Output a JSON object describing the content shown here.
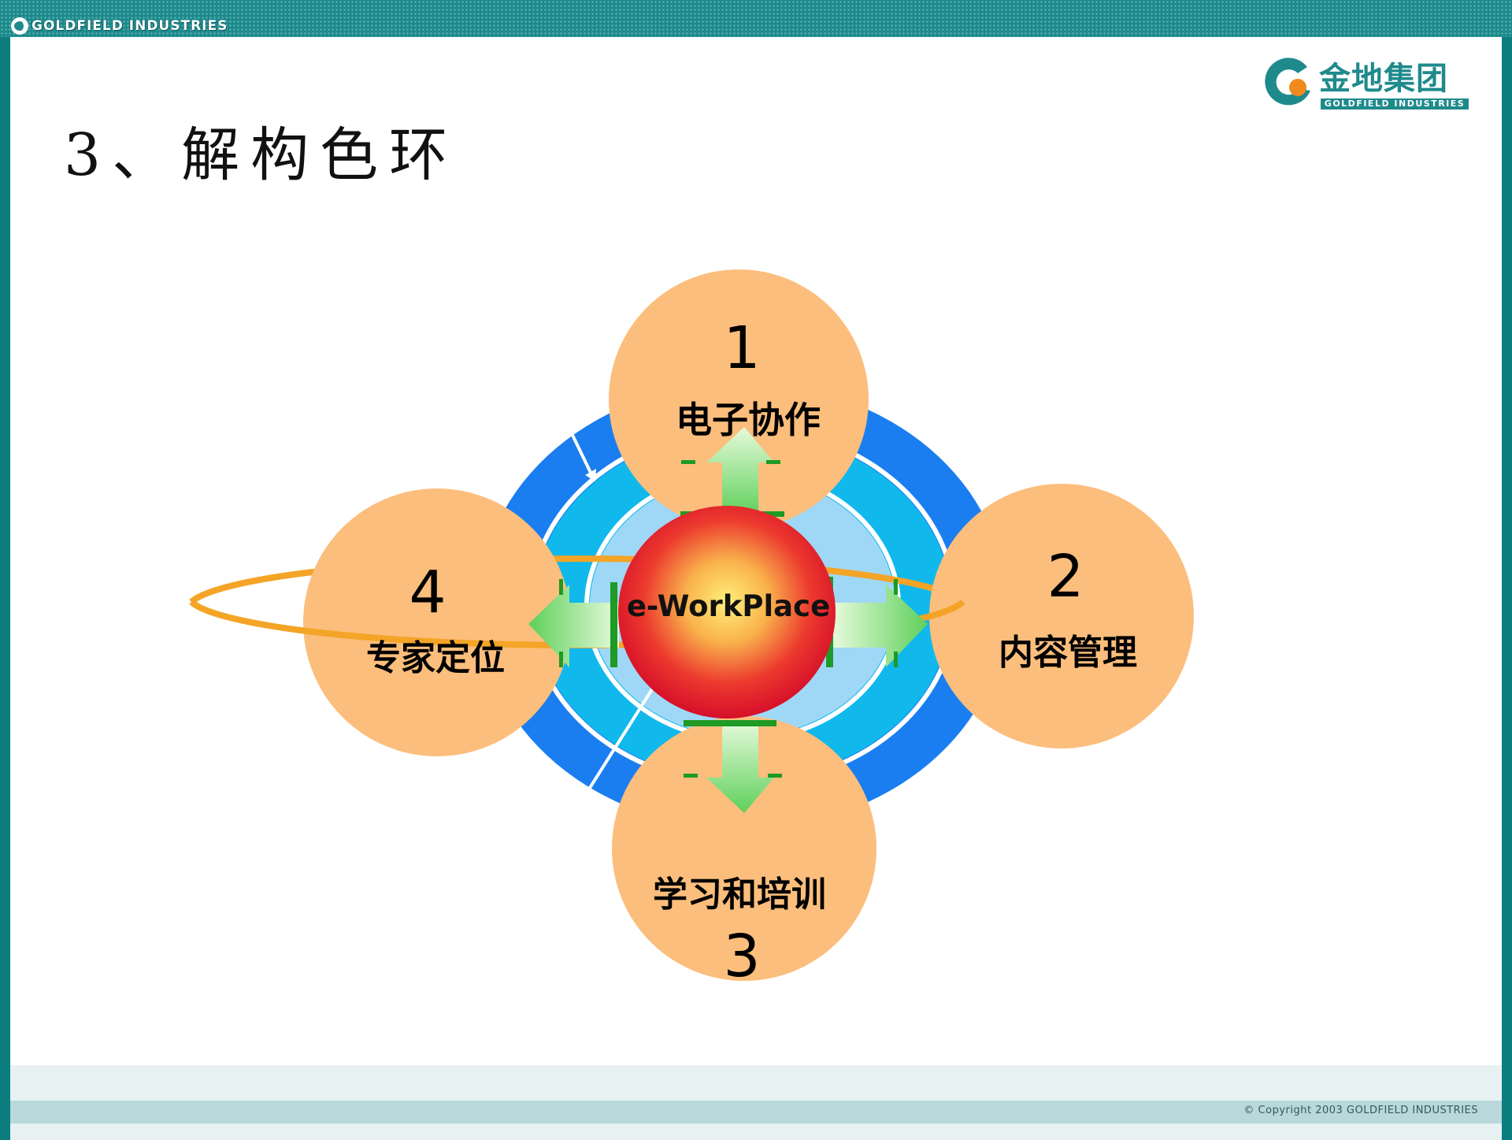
{
  "header": {
    "brand": "GOLDFIELD INDUSTRIES"
  },
  "logo": {
    "name": "金地集团",
    "sub": "GOLDFIELD INDUSTRIES"
  },
  "title": "3、解构色环",
  "diagram": {
    "center": "e-WorkPlace",
    "nodes": [
      {
        "number": "1",
        "label": "电子协作"
      },
      {
        "number": "2",
        "label": "内容管理"
      },
      {
        "number": "3",
        "label": "学习和培训"
      },
      {
        "number": "4",
        "label": "专家定位"
      }
    ]
  },
  "footer": {
    "copyright": "© Copyright 2003 GOLDFIELD INDUSTRIES"
  },
  "colors": {
    "teal": "#0c7d7f",
    "ring_outer": "#1a7ef0",
    "ring_mid": "#11b8ec",
    "ring_inner": "#9fd8f7",
    "node": "#fcbe7c",
    "orbit": "#f4a426",
    "arrow": "#70d060",
    "center_red": "#e0132a",
    "center_yellow": "#ffe566"
  }
}
